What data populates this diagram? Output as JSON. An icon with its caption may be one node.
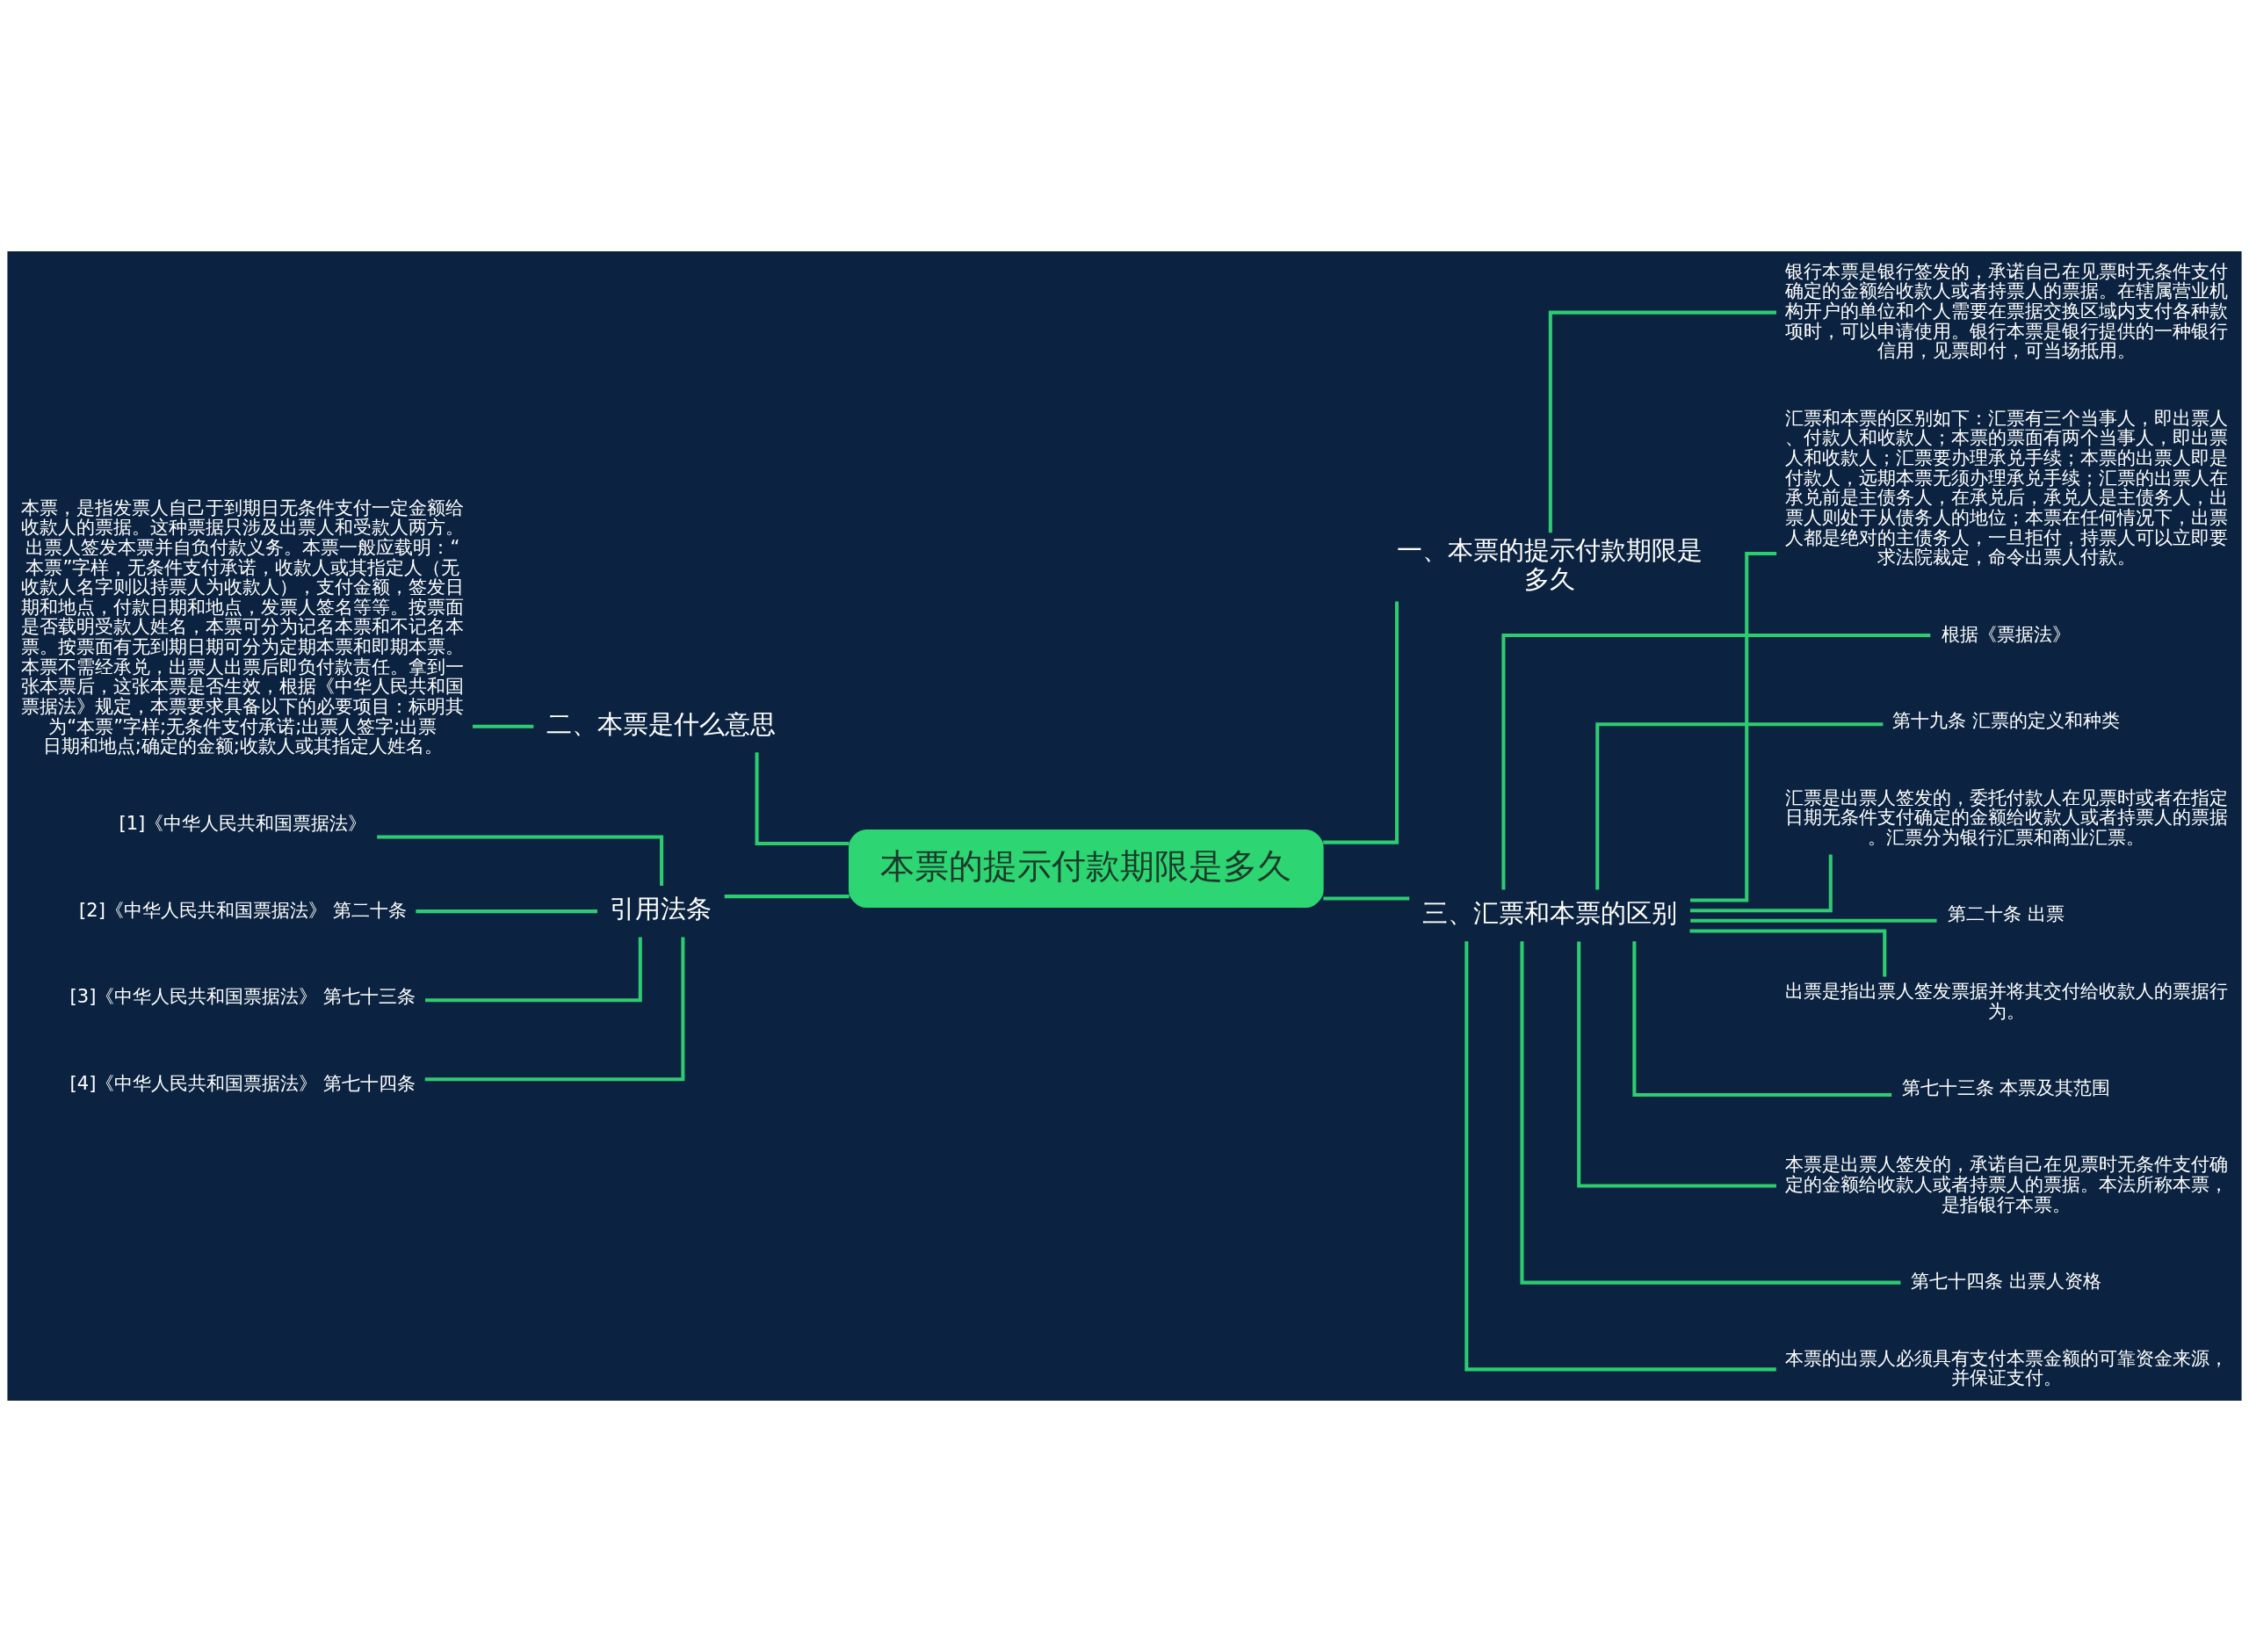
{
  "diagram": {
    "nodes": [
      {
        "text": [
          "本票的提示付款期限是多久"
        ]
      },
      {
        "text": [
          "一、本票的提示付款期限是多久"
        ]
      },
      {
        "text": [
          "银行本票是银行签发的，承诺自己在见票时无条件支付确定的金额给收款人或者持票人的票据。在辖属营业机构开户的单位和个人需要在票据交换区域内支付各种款项时，可以申请使用。银行本票是银行提供的一种银行信用，见票即付，可当场抵用。"
        ]
      },
      {
        "text": [
          "二、本票是什么意思"
        ]
      },
      {
        "text": [
          "本票，是指发票人自己于到期日无条件支付一定金额给收款人的票据。这种票据只涉及出票人和受款人两方。出票人签发本票并自负付款义务。本票一般应载明：“本票”字样，无条件支付承诺，收款人或其指定人（无收款人名字则以持票人为收款人），支付金额，签发日期和地点，付款日期和地点，发票人签名等等。按票面是否载明受款人姓名，本票可分为记名本票和不记名本票。按票面有无到期日期可分为定期本票和即期本票。本票不需经承兑，出票人出票后即负付款责任。拿到一张本票后，这张本票是否生效，根据《中华人民共和国票据法》规定，本票要求具备以下的必要项目：标明其为“本票”字样;无条件支付承诺;出票人签字;出票日期和地点;确定的金额;收款人或其指定人姓名。"
        ]
      },
      {
        "text": [
          "引用法条"
        ]
      },
      {
        "text": [
          "[1]《中华人民共和国票据法》"
        ]
      },
      {
        "text": [
          "[2]《中华人民共和国票据法》 第二十条"
        ]
      },
      {
        "text": [
          "[3]《中华人民共和国票据法》 第七十三条"
        ]
      },
      {
        "text": [
          "[4]《中华人民共和国票据法》 第七十四条"
        ]
      },
      {
        "text": [
          "三、汇票和本票的区别"
        ]
      },
      {
        "text": [
          "汇票和本票的区别如下：汇票有三个当事人，即出票人、付款人和收款人；本票的票面有两个当事人，即出票人和收款人；汇票要办理承兑手续；本票的出票人即是付款人，远期本票无须办理承兑手续；汇票的出票人在承兑前是主债务人，在承兑后，承兑人是主债务人，出票人则处于从债务人的地位；本票在任何情况下，出票人都是绝对的主债务人，一旦拒付，持票人可以立即要求法院裁定，命令出票人付款。"
        ]
      },
      {
        "text": [
          "根据《票据法》"
        ]
      },
      {
        "text": [
          "第十九条 汇票的定义和种类"
        ]
      },
      {
        "text": [
          "汇票是出票人签发的，委托付款人在见票时或者在指定日期无条件支付确定的金额给收款人或者持票人的票据。汇票分为银行汇票和商业汇票。"
        ]
      },
      {
        "text": [
          "第二十条 出票"
        ]
      },
      {
        "text": [
          "出票是指出票人签发票据并将其交付给收款人的票据行为。"
        ]
      },
      {
        "text": [
          "第七十三条 本票及其范围"
        ]
      },
      {
        "text": [
          "本票是出票人签发的，承诺自己在见票时无条件支付确定的金额给收款人或者持票人的票据。本法所称本票，是指银行本票。"
        ]
      },
      {
        "text": [
          "第七十四条 出票人资格"
        ]
      },
      {
        "text": [
          "本票的出票人必须具有支付本票金额的可靠资金来源，并保证支付。"
        ]
      }
    ],
    "edges": [
      {
        "from": 0,
        "to": 1,
        "arrow": "none"
      },
      {
        "from": 1,
        "to": 2,
        "arrow": "none"
      },
      {
        "from": 0,
        "to": 3,
        "arrow": "none"
      },
      {
        "from": 3,
        "to": 4,
        "arrow": "none"
      },
      {
        "from": 0,
        "to": 5,
        "arrow": "none"
      },
      {
        "from": 5,
        "to": 6,
        "arrow": "none"
      },
      {
        "from": 5,
        "to": 7,
        "arrow": "none"
      },
      {
        "from": 5,
        "to": 8,
        "arrow": "none"
      },
      {
        "from": 5,
        "to": 9,
        "arrow": "none"
      },
      {
        "from": 0,
        "to": 10,
        "arrow": "none"
      },
      {
        "from": 10,
        "to": 11,
        "arrow": "none"
      },
      {
        "from": 10,
        "to": 12,
        "arrow": "none"
      },
      {
        "from": 10,
        "to": 13,
        "arrow": "none"
      },
      {
        "from": 10,
        "to": 14,
        "arrow": "none"
      },
      {
        "from": 10,
        "to": 15,
        "arrow": "none"
      },
      {
        "from": 10,
        "to": 16,
        "arrow": "none"
      },
      {
        "from": 10,
        "to": 17,
        "arrow": "none"
      },
      {
        "from": 10,
        "to": 18,
        "arrow": "none"
      },
      {
        "from": 10,
        "to": 19,
        "arrow": "none"
      },
      {
        "from": 10,
        "to": 20,
        "arrow": "none"
      }
    ]
  }
}
